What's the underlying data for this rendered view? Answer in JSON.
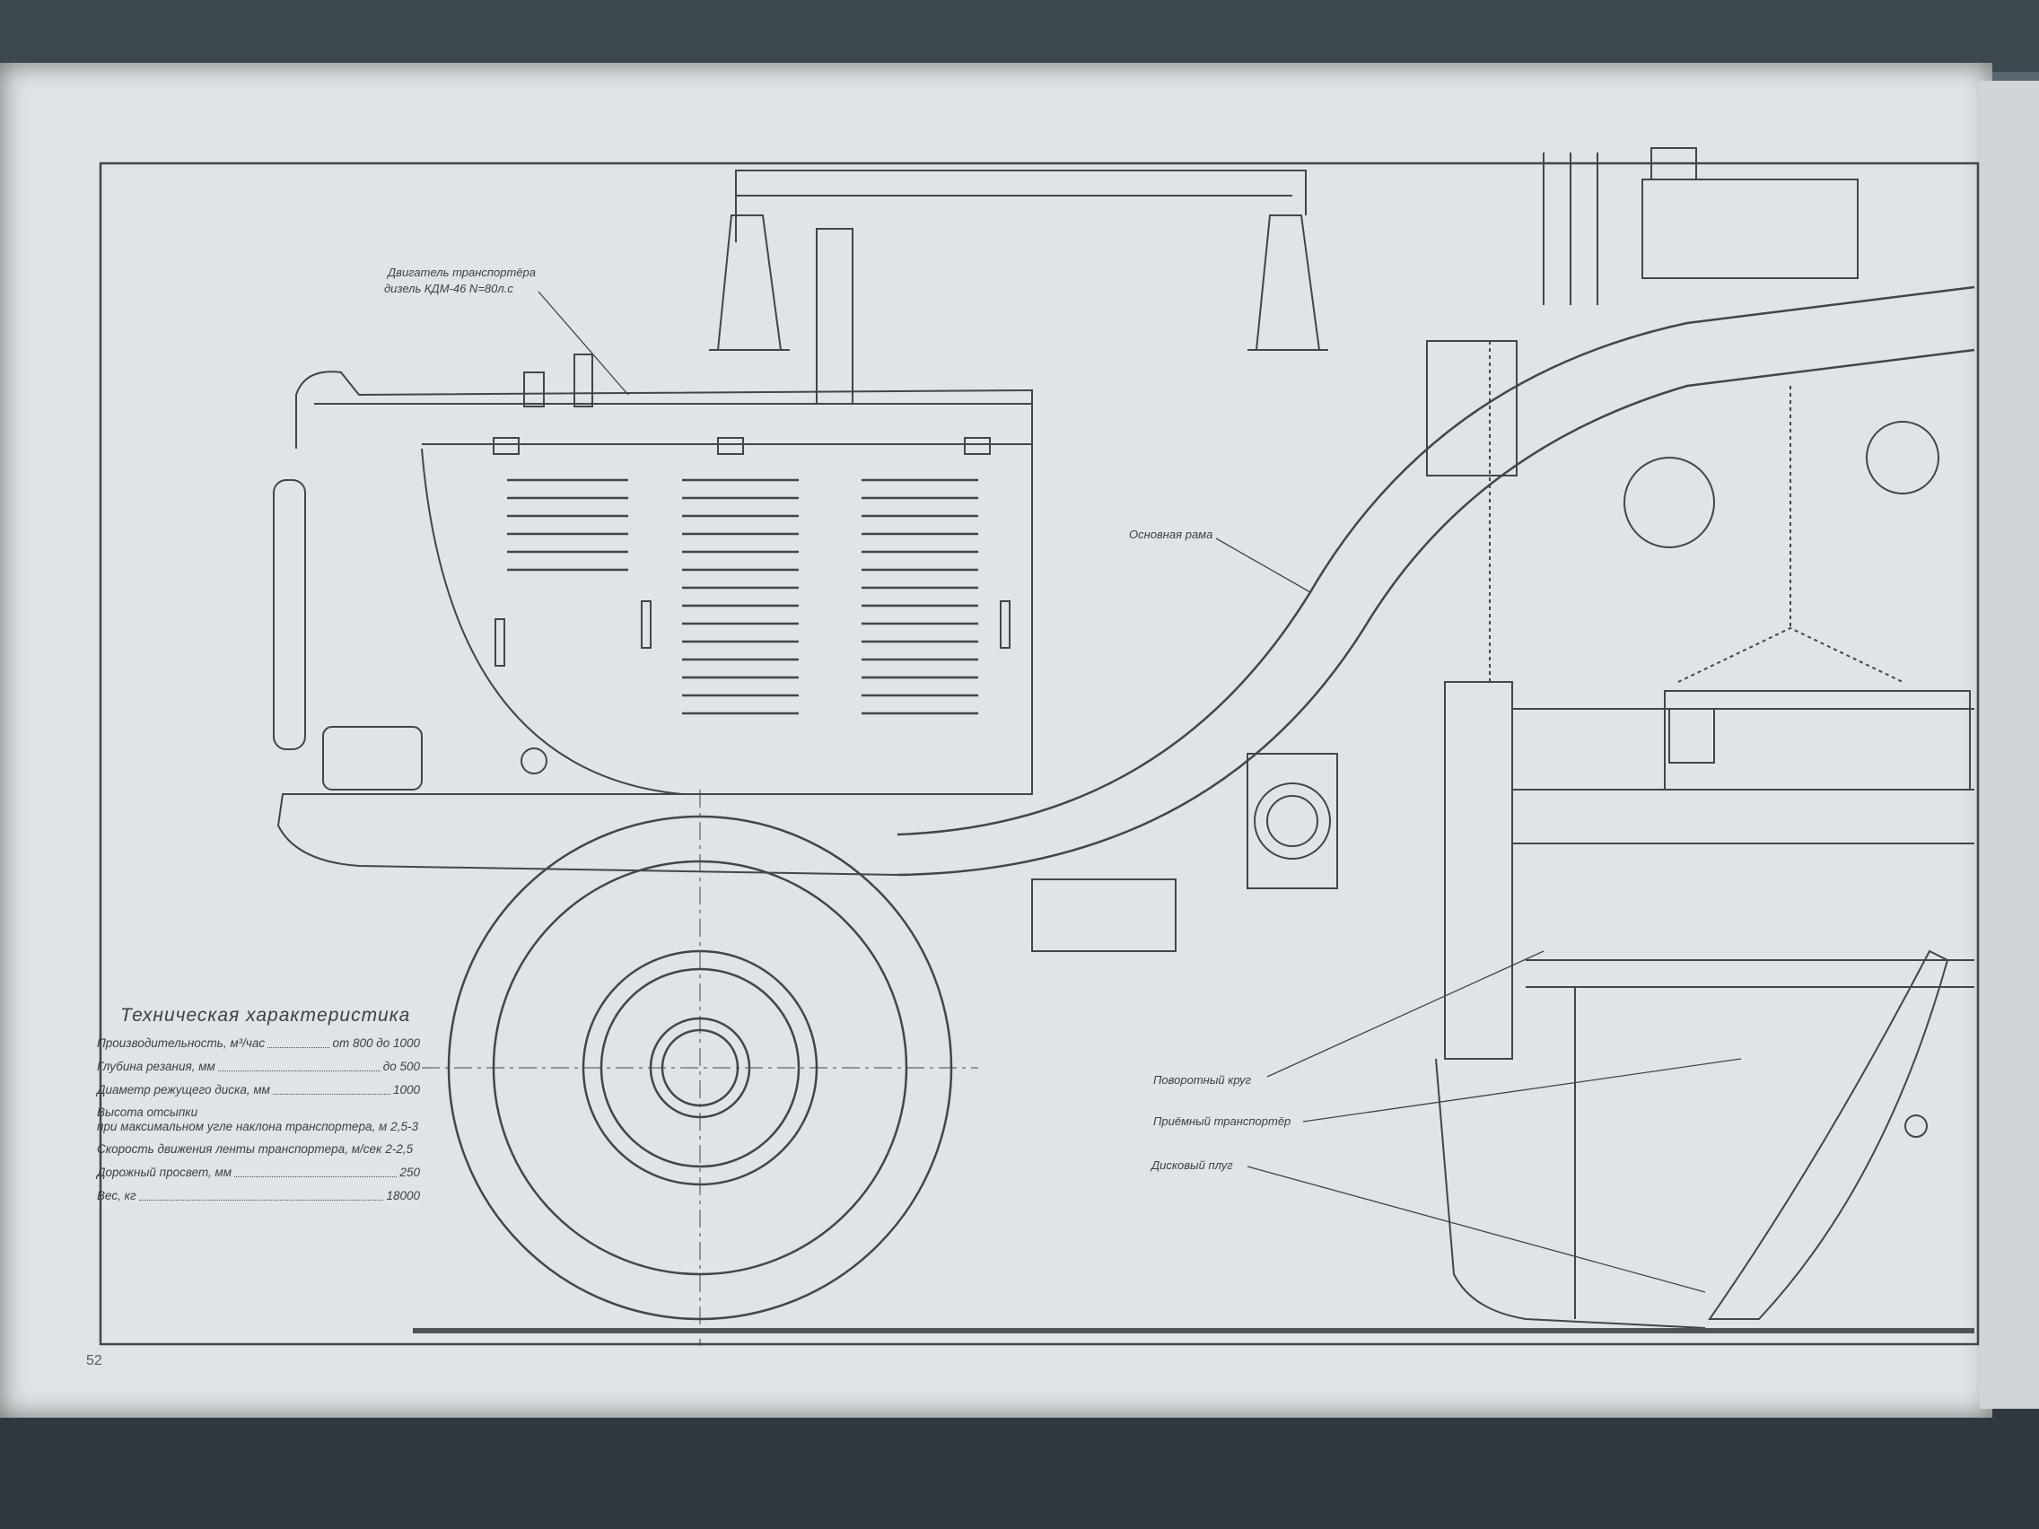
{
  "page_number": "52",
  "callouts": {
    "engine_line1": "Двигатель транспортёра",
    "engine_line2": "дизель КДМ-46 N=80л.с",
    "main_frame": "Основная рама",
    "turntable": "Поворотный круг",
    "receiving_conveyor": "Приёмный транспортёр",
    "disc_plow": "Дисковый плуг"
  },
  "specs": {
    "title": "Техническая характеристика",
    "rows": [
      {
        "label": "Производительность, м³/час",
        "value": "от 800 до 1000"
      },
      {
        "label": "Глубина резания, мм",
        "value": "до 500"
      },
      {
        "label": "Диаметр режущего диска, мм",
        "value": "1000"
      },
      {
        "label": "Высота отсыпки",
        "label2": "при максимальном угле наклона транспортера, м",
        "value": "2,5-3"
      },
      {
        "label": "Скорость движения ленты транспортера, м/сек",
        "value": "2-2,5"
      },
      {
        "label": "Дорожный просвет, мм",
        "value": "250"
      },
      {
        "label": "Вес, кг",
        "value": "18000"
      }
    ]
  },
  "colors": {
    "paper": "#dfe4e6",
    "ink": "#3a4246",
    "table": "#3d474e"
  }
}
